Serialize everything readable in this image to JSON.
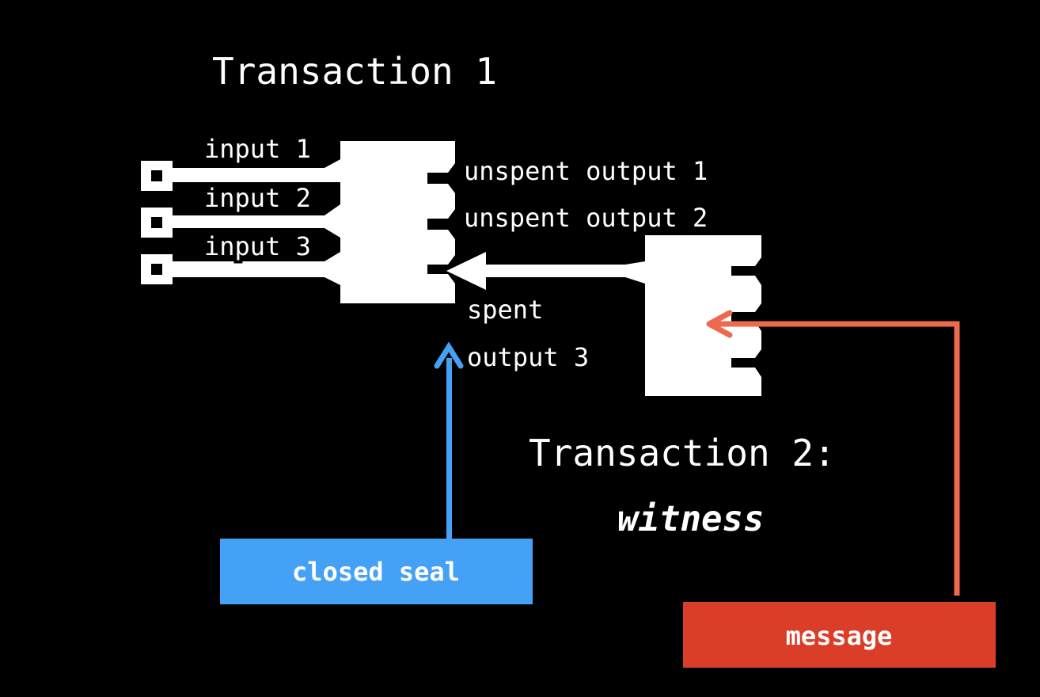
{
  "transaction1": {
    "title": "Transaction 1",
    "inputs": [
      "input 1",
      "input 2",
      "input 3"
    ],
    "outputs": [
      "unspent output 1",
      "unspent output 2"
    ],
    "spent_output": [
      "spent",
      "output 3"
    ]
  },
  "transaction2": {
    "title": "Transaction 2:",
    "accent": "witness",
    "accent_color": "#F2D14A"
  },
  "closed_seal": {
    "label": "closed seal",
    "color": "#44A1F5"
  },
  "message": {
    "label": "message",
    "color": "#DA3E28",
    "arrow_color": "#EC6A50"
  }
}
